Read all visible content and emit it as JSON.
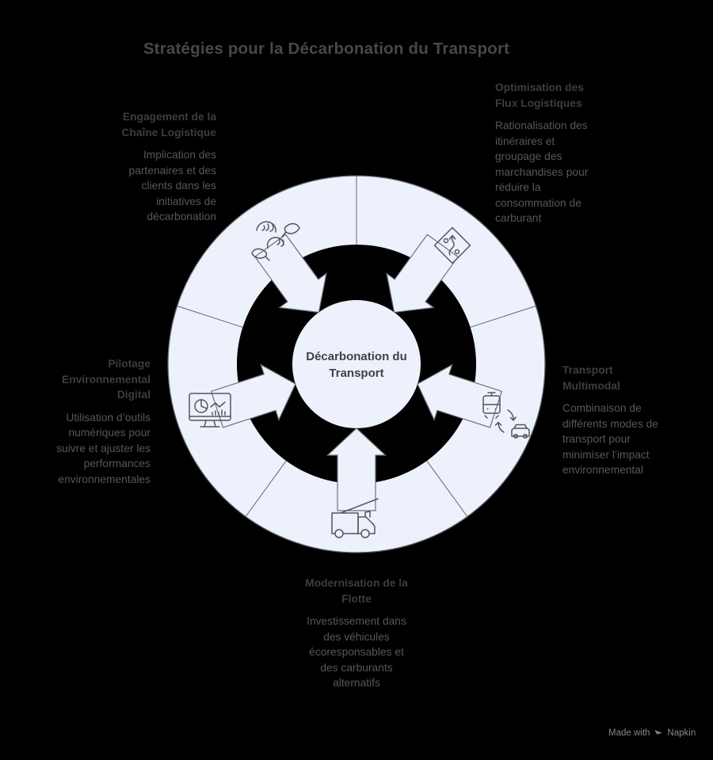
{
  "title": "Stratégies pour la Décarbonation du Transport",
  "center": {
    "label": "Décarbonation du\nTransport"
  },
  "colors": {
    "background": "#000000",
    "surface": "#edf1fc",
    "ring": "#000000",
    "outline": "#5c6065",
    "icon_stroke": "#52565c",
    "heading_ink": "#3b3d42",
    "body_ink": "#55575c"
  },
  "segments": [
    {
      "id": "engagement-chaine-logistique",
      "heading": "Engagement de la\nChaîne Logistique",
      "body": "Implication des\npartenaires et des\nclients dans les\ninitiatives de\ndécarbonation",
      "icon": "hands-leaves-icon"
    },
    {
      "id": "optimisation-flux-logistiques",
      "heading": "Optimisation des\nFlux Logistiques",
      "body": "Rationalisation des\nitinéraires et\ngroupage des\nmarchandises pour\nréduire la\nconsommation de\ncarburant",
      "icon": "route-sign-icon"
    },
    {
      "id": "transport-multimodal",
      "heading": "Transport\nMultimodal",
      "body": "Combinaison de\ndifférents modes de\ntransport pour\nminimiser l’impact\nenvironnemental",
      "icon": "tram-car-icon"
    },
    {
      "id": "modernisation-flotte",
      "heading": "Modernisation de la\nFlotte",
      "body": "Investissement dans\ndes véhicules\nécoresponsables et\ndes carburants\nalternatifs",
      "icon": "electric-truck-icon"
    },
    {
      "id": "pilotage-environnemental-digital",
      "heading": "Pilotage\nEnvironnemental\nDigital",
      "body": "Utilisation d’outils\nnumériques pour\nsuivre et ajuster les\nperformances\nenvironnementales",
      "icon": "dashboard-monitor-icon"
    }
  ],
  "footer": {
    "made_with": "Made with",
    "brand": "Napkin"
  }
}
